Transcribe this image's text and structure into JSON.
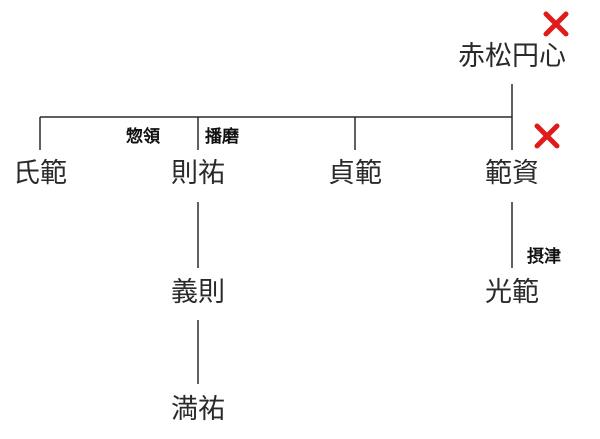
{
  "nodes": {
    "root": "赤松円心",
    "n1": "氏範",
    "n2": "則祐",
    "n3": "貞範",
    "n4": "範資",
    "n2_child": "義則",
    "n2_grandchild": "満祐",
    "n4_child": "光範"
  },
  "tags": {
    "souryou": "惣領",
    "harima": "播磨",
    "settsu": "摂津"
  },
  "icons": {
    "deceased_marker": "cross-icon"
  },
  "colors": {
    "line": "#2a2a2a",
    "text": "#2a2a2a",
    "cross_fill": "#e11b1b",
    "cross_outline": "#ffffff"
  }
}
